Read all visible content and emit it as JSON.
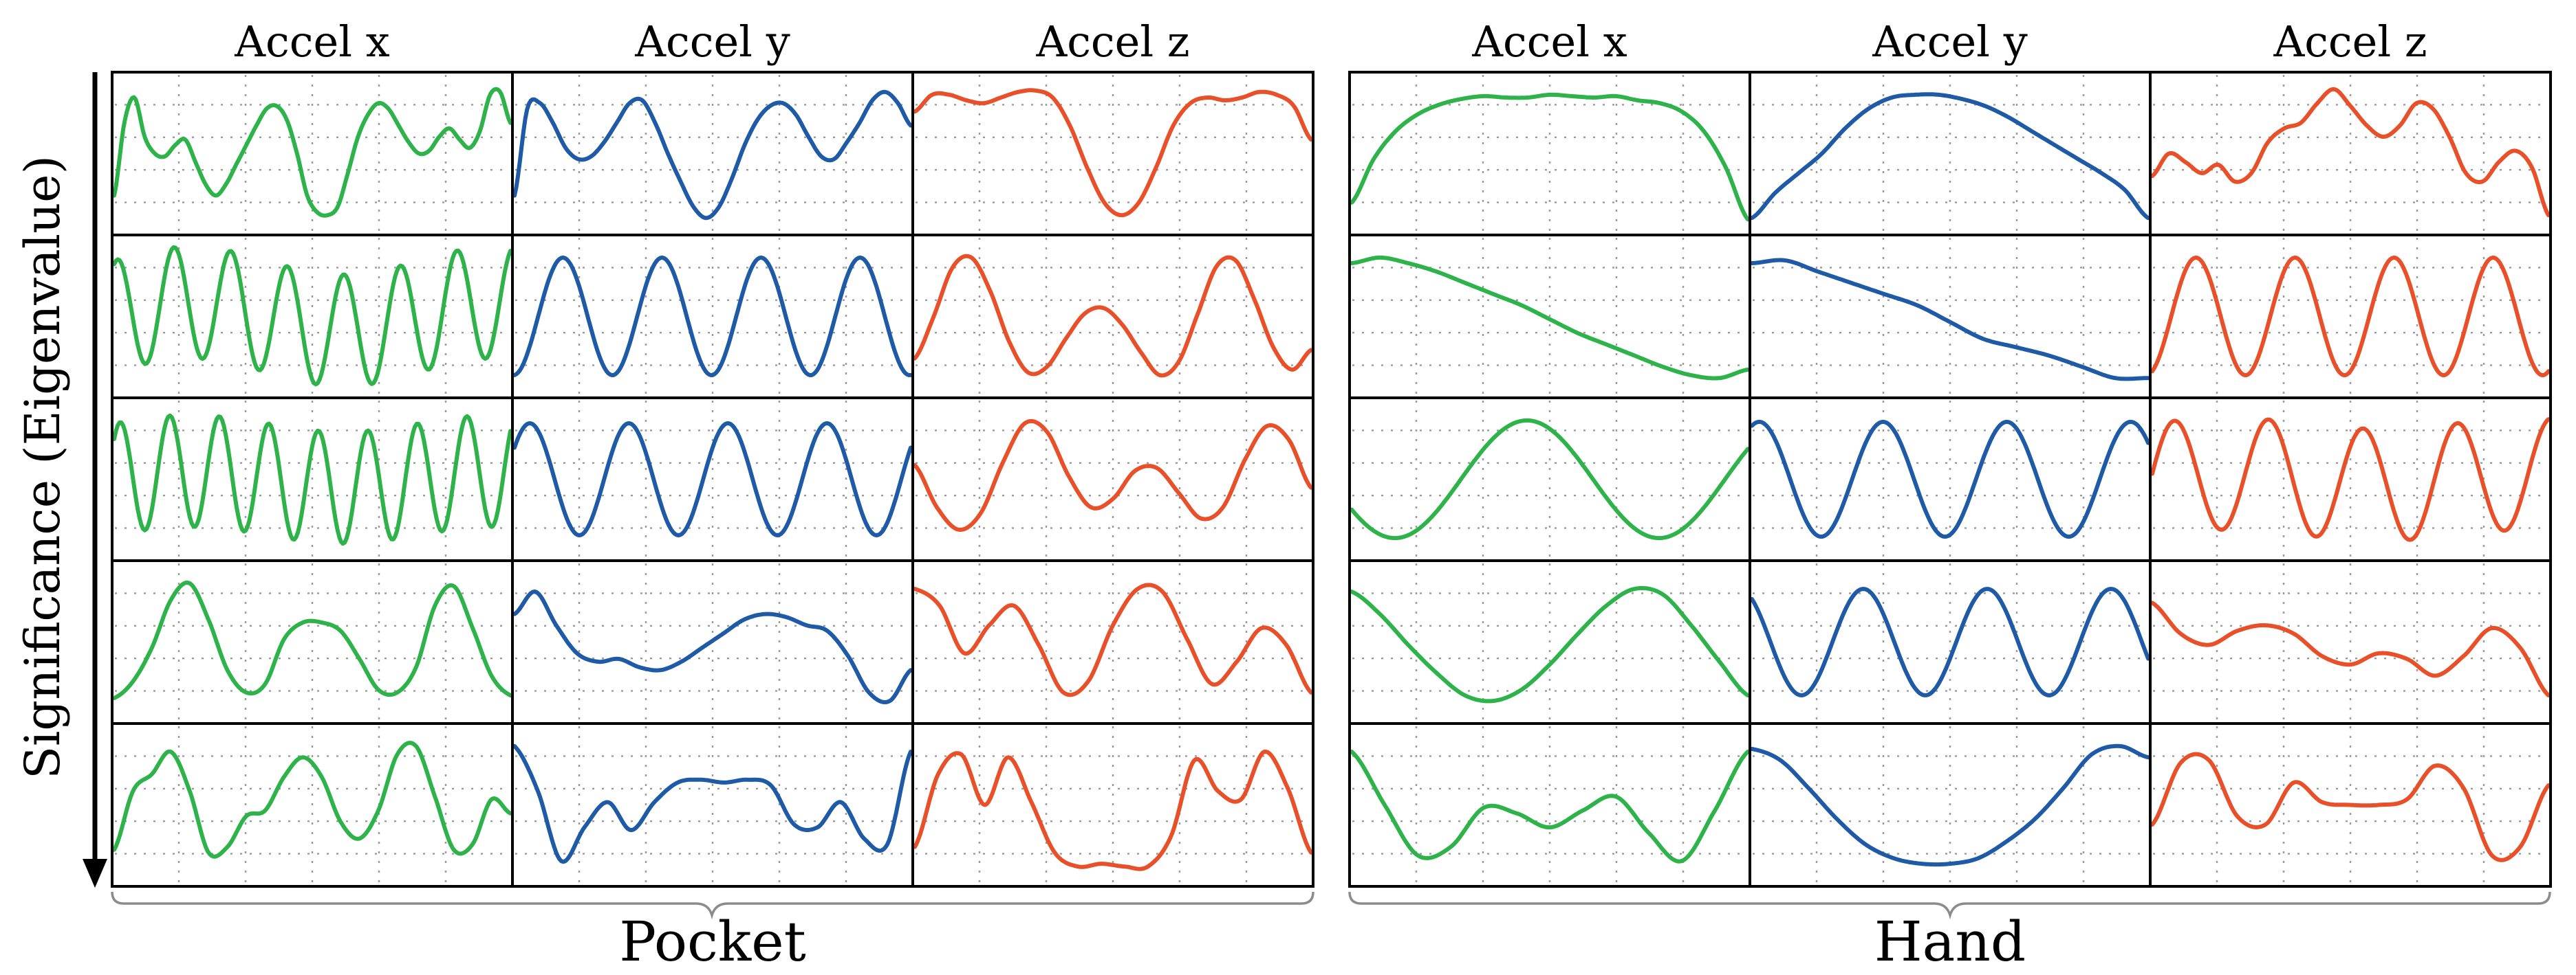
{
  "chart_data": {
    "type": "line",
    "groups": [
      {
        "name": "Pocket",
        "columns": [
          "Accel x",
          "Accel y",
          "Accel z"
        ]
      },
      {
        "name": "Hand",
        "columns": [
          "Accel x",
          "Accel y",
          "Accel z"
        ]
      }
    ],
    "ylabel": "Significance (Eigenvalue)",
    "rows": 5,
    "grid": true,
    "series_colors": {
      "Accel x": "#2db34a",
      "Accel y": "#1f5aa6",
      "Accel z": "#e8502a"
    },
    "panels": [
      {
        "group": "Pocket",
        "column": "Accel x",
        "row": 1,
        "y": [
          0.2,
          0.72,
          0.9,
          0.62,
          0.5,
          0.48,
          0.56,
          0.6,
          0.44,
          0.28,
          0.2,
          0.28,
          0.42,
          0.56,
          0.7,
          0.82,
          0.84,
          0.74,
          0.5,
          0.2,
          0.08,
          0.06,
          0.12,
          0.36,
          0.62,
          0.78,
          0.86,
          0.82,
          0.7,
          0.58,
          0.5,
          0.52,
          0.62,
          0.68,
          0.6,
          0.54,
          0.66,
          0.92,
          0.94,
          0.72
        ]
      },
      {
        "group": "Pocket",
        "column": "Accel y",
        "row": 1,
        "y": [
          0.2,
          0.82,
          0.86,
          0.72,
          0.54,
          0.46,
          0.48,
          0.58,
          0.72,
          0.86,
          0.88,
          0.72,
          0.5,
          0.3,
          0.12,
          0.04,
          0.12,
          0.32,
          0.56,
          0.74,
          0.84,
          0.86,
          0.78,
          0.62,
          0.48,
          0.46,
          0.58,
          0.72,
          0.88,
          0.94,
          0.86,
          0.7
        ]
      },
      {
        "group": "Pocket",
        "column": "Accel z",
        "row": 1,
        "y": [
          0.8,
          0.92,
          0.92,
          0.88,
          0.86,
          0.9,
          0.94,
          0.95,
          0.9,
          0.7,
          0.4,
          0.15,
          0.06,
          0.15,
          0.4,
          0.7,
          0.86,
          0.9,
          0.88,
          0.9,
          0.94,
          0.92,
          0.84,
          0.6
        ]
      },
      {
        "group": "Pocket",
        "column": "Accel x",
        "row": 2,
        "eq": {
          "cycles": 7.0,
          "phase": 1.2,
          "amp": 0.4,
          "mod": 0.1
        }
      },
      {
        "group": "Pocket",
        "column": "Accel y",
        "row": 2,
        "eq": {
          "cycles": 4.0,
          "phase": -1.5,
          "amp": 0.42,
          "mod": 0.0
        }
      },
      {
        "group": "Pocket",
        "column": "Accel z",
        "row": 2,
        "y": [
          0.2,
          0.5,
          0.85,
          0.92,
          0.68,
          0.32,
          0.1,
          0.14,
          0.34,
          0.52,
          0.56,
          0.44,
          0.24,
          0.08,
          0.18,
          0.52,
          0.86,
          0.9,
          0.62,
          0.28,
          0.12,
          0.26
        ]
      },
      {
        "group": "Pocket",
        "column": "Accel x",
        "row": 3,
        "eq": {
          "cycles": 8.0,
          "phase": 0.8,
          "amp": 0.4,
          "mod": 0.06
        }
      },
      {
        "group": "Pocket",
        "column": "Accel y",
        "row": 3,
        "eq": {
          "cycles": 4.0,
          "phase": 0.6,
          "amp": 0.4,
          "mod": 0.0
        }
      },
      {
        "group": "Pocket",
        "column": "Accel z",
        "row": 3,
        "y": [
          0.6,
          0.3,
          0.14,
          0.26,
          0.62,
          0.9,
          0.84,
          0.52,
          0.3,
          0.36,
          0.56,
          0.58,
          0.4,
          0.22,
          0.3,
          0.64,
          0.88,
          0.78,
          0.44
        ]
      },
      {
        "group": "Pocket",
        "column": "Accel x",
        "row": 4,
        "y": [
          0.1,
          0.22,
          0.46,
          0.8,
          0.92,
          0.66,
          0.3,
          0.14,
          0.2,
          0.52,
          0.64,
          0.64,
          0.58,
          0.38,
          0.16,
          0.14,
          0.32,
          0.76,
          0.9,
          0.6,
          0.26,
          0.12
        ]
      },
      {
        "group": "Pocket",
        "column": "Accel y",
        "row": 4,
        "y": [
          0.7,
          0.86,
          0.62,
          0.42,
          0.36,
          0.38,
          0.32,
          0.3,
          0.36,
          0.46,
          0.56,
          0.66,
          0.7,
          0.68,
          0.62,
          0.58,
          0.4,
          0.14,
          0.08,
          0.3
        ]
      },
      {
        "group": "Pocket",
        "column": "Accel z",
        "row": 4,
        "y": [
          0.88,
          0.76,
          0.42,
          0.62,
          0.76,
          0.48,
          0.14,
          0.22,
          0.62,
          0.88,
          0.86,
          0.52,
          0.2,
          0.36,
          0.6,
          0.48,
          0.14
        ]
      },
      {
        "group": "Pocket",
        "column": "Accel x",
        "row": 5,
        "y": [
          0.18,
          0.6,
          0.72,
          0.88,
          0.6,
          0.16,
          0.2,
          0.42,
          0.46,
          0.7,
          0.84,
          0.7,
          0.38,
          0.26,
          0.46,
          0.86,
          0.92,
          0.56,
          0.18,
          0.22,
          0.54,
          0.44
        ]
      },
      {
        "group": "Pocket",
        "column": "Accel y",
        "row": 5,
        "y": [
          0.92,
          0.6,
          0.1,
          0.34,
          0.52,
          0.32,
          0.52,
          0.66,
          0.68,
          0.66,
          0.68,
          0.64,
          0.36,
          0.34,
          0.52,
          0.26,
          0.22,
          0.88
        ]
      },
      {
        "group": "Pocket",
        "column": "Accel z",
        "row": 5,
        "y": [
          0.2,
          0.72,
          0.86,
          0.5,
          0.84,
          0.52,
          0.16,
          0.06,
          0.08,
          0.06,
          0.06,
          0.28,
          0.82,
          0.6,
          0.54,
          0.88,
          0.62,
          0.16
        ]
      },
      {
        "group": "Hand",
        "column": "Accel x",
        "row": 1,
        "y": [
          0.15,
          0.46,
          0.66,
          0.78,
          0.85,
          0.89,
          0.91,
          0.9,
          0.9,
          0.92,
          0.91,
          0.9,
          0.91,
          0.88,
          0.86,
          0.8,
          0.66,
          0.4,
          0.03
        ]
      },
      {
        "group": "Hand",
        "column": "Accel y",
        "row": 1,
        "y": [
          0.04,
          0.22,
          0.36,
          0.5,
          0.68,
          0.82,
          0.9,
          0.92,
          0.92,
          0.89,
          0.84,
          0.76,
          0.66,
          0.56,
          0.46,
          0.36,
          0.24,
          0.04
        ]
      },
      {
        "group": "Hand",
        "column": "Accel z",
        "row": 1,
        "y": [
          0.34,
          0.5,
          0.44,
          0.36,
          0.42,
          0.3,
          0.36,
          0.58,
          0.68,
          0.72,
          0.86,
          0.96,
          0.84,
          0.7,
          0.62,
          0.7,
          0.86,
          0.82,
          0.62,
          0.36,
          0.3,
          0.44,
          0.52,
          0.4,
          0.06
        ]
      },
      {
        "group": "Hand",
        "column": "Accel x",
        "row": 2,
        "y": [
          0.88,
          0.92,
          0.88,
          0.82,
          0.74,
          0.66,
          0.58,
          0.48,
          0.38,
          0.3,
          0.22,
          0.14,
          0.08,
          0.06,
          0.12
        ]
      },
      {
        "group": "Hand",
        "column": "Accel y",
        "row": 2,
        "y": [
          0.88,
          0.9,
          0.82,
          0.74,
          0.66,
          0.58,
          0.46,
          0.34,
          0.28,
          0.22,
          0.14,
          0.06,
          0.06
        ]
      },
      {
        "group": "Hand",
        "column": "Accel z",
        "row": 2,
        "eq": {
          "cycles": 4.0,
          "phase": -1.2,
          "amp": 0.42,
          "mod": 0.0
        }
      },
      {
        "group": "Hand",
        "column": "Accel x",
        "row": 3,
        "eq": {
          "cycles": 1.5,
          "phase": -2.6,
          "amp": 0.42,
          "mod": 0.0
        }
      },
      {
        "group": "Hand",
        "column": "Accel y",
        "row": 3,
        "eq": {
          "cycles": 3.2,
          "phase": 1.2,
          "amp": 0.41,
          "mod": 0.0
        }
      },
      {
        "group": "Hand",
        "column": "Accel z",
        "row": 3,
        "eq": {
          "cycles": 4.2,
          "phase": 0.1,
          "amp": 0.4,
          "mod": 0.04
        }
      },
      {
        "group": "Hand",
        "column": "Accel x",
        "row": 4,
        "y": [
          0.86,
          0.7,
          0.48,
          0.28,
          0.12,
          0.08,
          0.16,
          0.34,
          0.56,
          0.76,
          0.88,
          0.84,
          0.62,
          0.36,
          0.12
        ]
      },
      {
        "group": "Hand",
        "column": "Accel y",
        "row": 4,
        "eq": {
          "cycles": 3.2,
          "phase": 2.2,
          "amp": 0.38,
          "mod": 0.0
        }
      },
      {
        "group": "Hand",
        "column": "Accel z",
        "row": 4,
        "y": [
          0.78,
          0.56,
          0.48,
          0.58,
          0.62,
          0.56,
          0.4,
          0.34,
          0.42,
          0.38,
          0.26,
          0.4,
          0.6,
          0.46,
          0.12
        ]
      },
      {
        "group": "Hand",
        "column": "Accel x",
        "row": 5,
        "y": [
          0.88,
          0.5,
          0.14,
          0.2,
          0.48,
          0.44,
          0.34,
          0.46,
          0.56,
          0.3,
          0.1,
          0.46,
          0.88
        ]
      },
      {
        "group": "Hand",
        "column": "Accel y",
        "row": 5,
        "y": [
          0.9,
          0.82,
          0.62,
          0.4,
          0.22,
          0.12,
          0.08,
          0.08,
          0.12,
          0.24,
          0.4,
          0.62,
          0.86,
          0.92,
          0.84
        ]
      },
      {
        "group": "Hand",
        "column": "Accel z",
        "row": 5,
        "y": [
          0.36,
          0.8,
          0.82,
          0.42,
          0.36,
          0.66,
          0.52,
          0.5,
          0.5,
          0.54,
          0.78,
          0.62,
          0.14,
          0.2,
          0.64
        ]
      }
    ]
  }
}
